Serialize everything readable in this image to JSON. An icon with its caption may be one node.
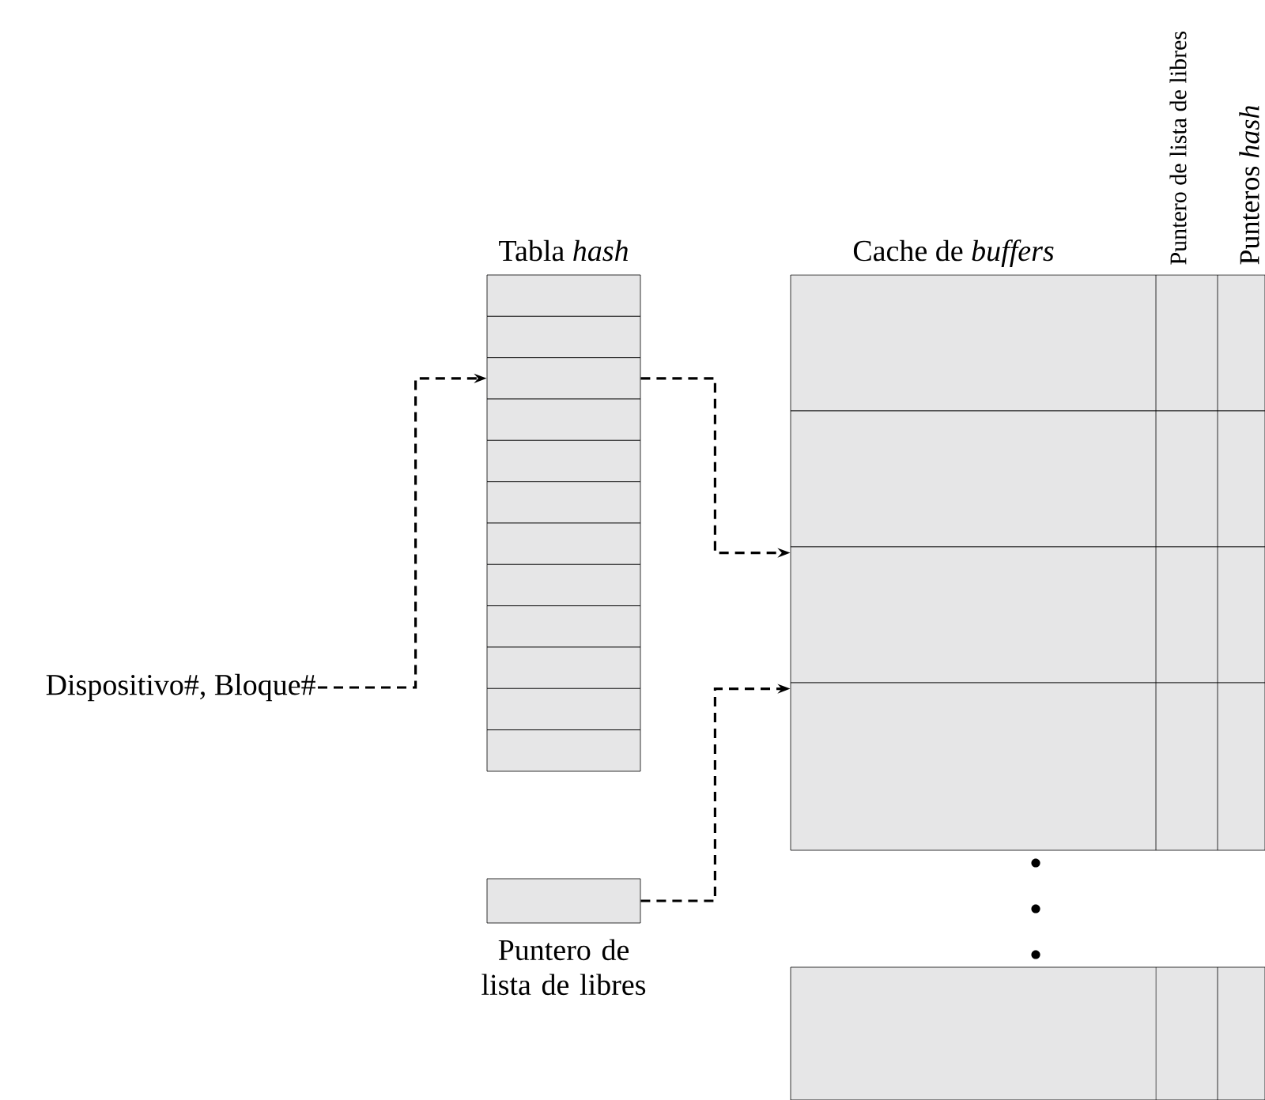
{
  "diagram": {
    "nodes": [
      {
        "text": [
          "Tabla *hash*"
        ]
      },
      {
        "text": [],
        "shape": "box"
      },
      {
        "text": [],
        "shape": "box"
      },
      {
        "text": [],
        "shape": "box"
      },
      {
        "text": [],
        "shape": "box"
      },
      {
        "text": [],
        "shape": "box"
      },
      {
        "text": [],
        "shape": "box"
      },
      {
        "text": [],
        "shape": "box"
      },
      {
        "text": [],
        "shape": "box"
      },
      {
        "text": [],
        "shape": "box"
      },
      {
        "text": [],
        "shape": "box"
      },
      {
        "text": [],
        "shape": "box"
      },
      {
        "text": [],
        "shape": "box"
      },
      {
        "text": [
          "Cache de *buffers*",
          "Puntero de lista de libres",
          "Punteros *hash*"
        ]
      },
      {
        "text": [],
        "shape": "box"
      },
      {
        "text": [],
        "shape": "box"
      },
      {
        "text": [],
        "shape": "box"
      },
      {
        "text": [],
        "shape": "box"
      },
      {
        "text": [],
        "shape": "box"
      },
      {
        "text": [
          "Dispositivo#, Bloque#"
        ]
      },
      {
        "text": [],
        "shape": "box",
        "beside": [
          "Puntero de lista de libres"
        ]
      }
    ],
    "edges": [
      {
        "from": 19,
        "to": 3,
        "arrow": "to",
        "style": "dashed"
      },
      {
        "from": 3,
        "to": 16,
        "arrow": "to",
        "style": "dashed"
      },
      {
        "from": 20,
        "to": 17,
        "arrow": "to",
        "style": "dashed"
      }
    ]
  }
}
